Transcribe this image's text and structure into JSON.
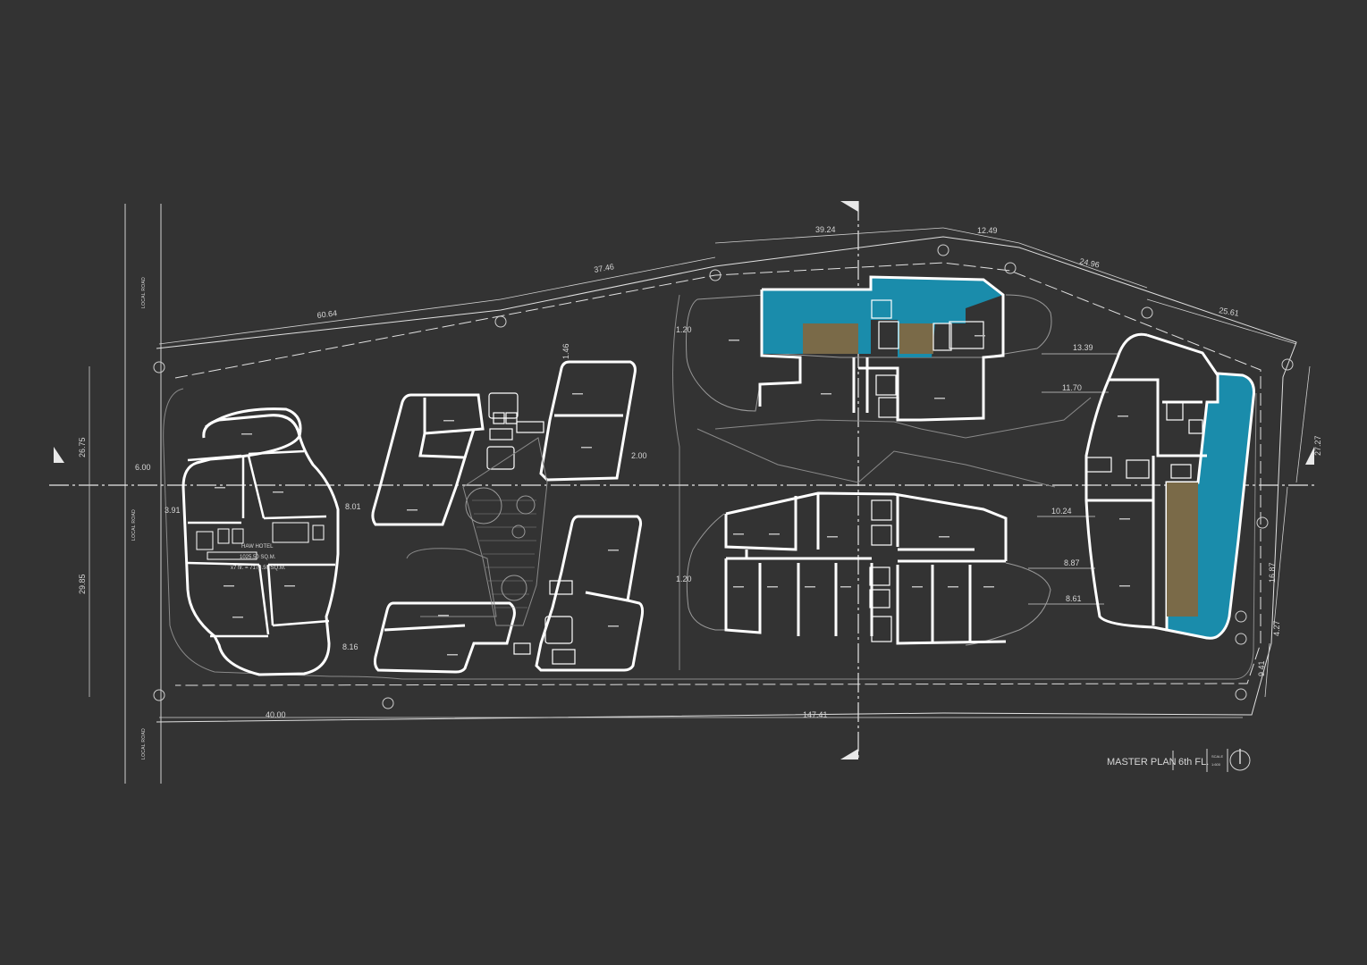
{
  "colors": {
    "background": "#333333",
    "linework": "#ffffff",
    "thin_lines": "#9a9a9a",
    "pool": "#1a8cab",
    "deck": "#7a6a48"
  },
  "road_labels": [
    "LOCAL ROAD",
    "LOCAL ROAD",
    "LOCAL ROAD"
  ],
  "dimensions": {
    "top_60_64": "60.64",
    "top_37_46": "37.46",
    "top_39_24": "39.24",
    "top_12_49": "12.49",
    "top_24_96": "24.96",
    "top_25_61": "25.61",
    "left_26_75": "26.75",
    "left_29_85": "29.85",
    "left_6_00": "6.00",
    "left_3_91": "3.91",
    "gap_8_01": "8.01",
    "gap_8_16": "8.16",
    "gap_1_46": "1.46",
    "gap_2_00": "2.00",
    "gap_1_20_top": "1.20",
    "gap_1_20_bottom": "1.20",
    "gap_13_39": "13.39",
    "gap_11_70": "11.70",
    "gap_10_24": "10.24",
    "gap_8_87": "8.87",
    "gap_8_61": "8.61",
    "right_27_27": "27.27",
    "right_16_87": "16.87",
    "right_4_27": "4.27",
    "right_9_41": "9.41",
    "bottom_40_00": "40.00",
    "bottom_147_41": "147.41"
  },
  "hotel": {
    "name": "HAW HOTEL",
    "area": "1025.50 SQ.M.",
    "per_floor": "x7 flr. = 7178.50 SQ.M."
  },
  "title_block": {
    "title": "MASTER PLAN",
    "floor": "6th FL.",
    "scale_label": "SCALE",
    "scale_value": "1:600"
  }
}
